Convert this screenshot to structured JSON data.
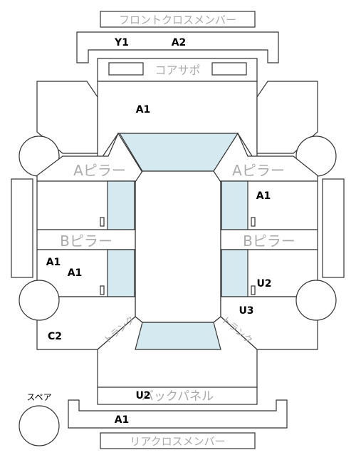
{
  "parts": {
    "front_cross_member": "フロントクロスメンバー",
    "core_support": "コアサポ",
    "a_pillar_left": "Aピラー",
    "a_pillar_right": "Aピラー",
    "b_pillar_left": "Bピラー",
    "b_pillar_right": "Bピラー",
    "trunk_left": "トランク",
    "trunk_right": "トランク",
    "back_panel": "バックパネル",
    "rear_cross_member": "リアクロスメンバー",
    "spare": "スペア"
  },
  "codes": {
    "front_y1": "Y1",
    "front_a2": "A2",
    "hood_a1": "A1",
    "right_front_door": "A1",
    "left_rear_a1_1": "A1",
    "left_rear_a1_2": "A1",
    "right_rear_u2": "U2",
    "right_rear_u3": "U3",
    "left_rear_quarter": "C2",
    "back_panel_u2": "U2",
    "rear_cross_a1": "A1"
  }
}
